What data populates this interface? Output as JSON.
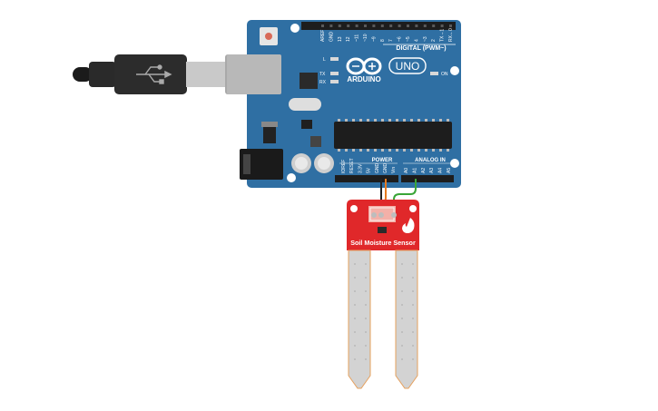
{
  "board": {
    "brand": "ARDUINO",
    "model": "UNO",
    "digital_header_label": "DIGITAL (PWM~)",
    "power_header_label": "POWER",
    "analog_header_label": "ANALOG IN",
    "led_l": "L",
    "led_tx": "TX",
    "led_rx": "RX",
    "led_on": "ON",
    "digital_pins": [
      "AREF",
      "GND",
      "13",
      "12",
      "~11",
      "~10",
      "~9",
      "8",
      "7",
      "~6",
      "~5",
      "4",
      "~3",
      "2",
      "TX→1",
      "RX←0"
    ],
    "power_pins": [
      "IOREF",
      "RESET",
      "3.3V",
      "5V",
      "GND",
      "GND",
      "Vin"
    ],
    "analog_pins": [
      "A0",
      "A1",
      "A2",
      "A3",
      "A4",
      "A5"
    ]
  },
  "sensor": {
    "label": "Soil Moisture Sensor",
    "board_color": "#e0282a",
    "probe_color": "#d3d3d3"
  },
  "wires": {
    "signal_color": "#3aa537",
    "power_color": "#e57a1f",
    "ground_color": "#222222"
  },
  "colors": {
    "board_blue": "#2f6fa3",
    "header_black": "#1d1d1d"
  }
}
